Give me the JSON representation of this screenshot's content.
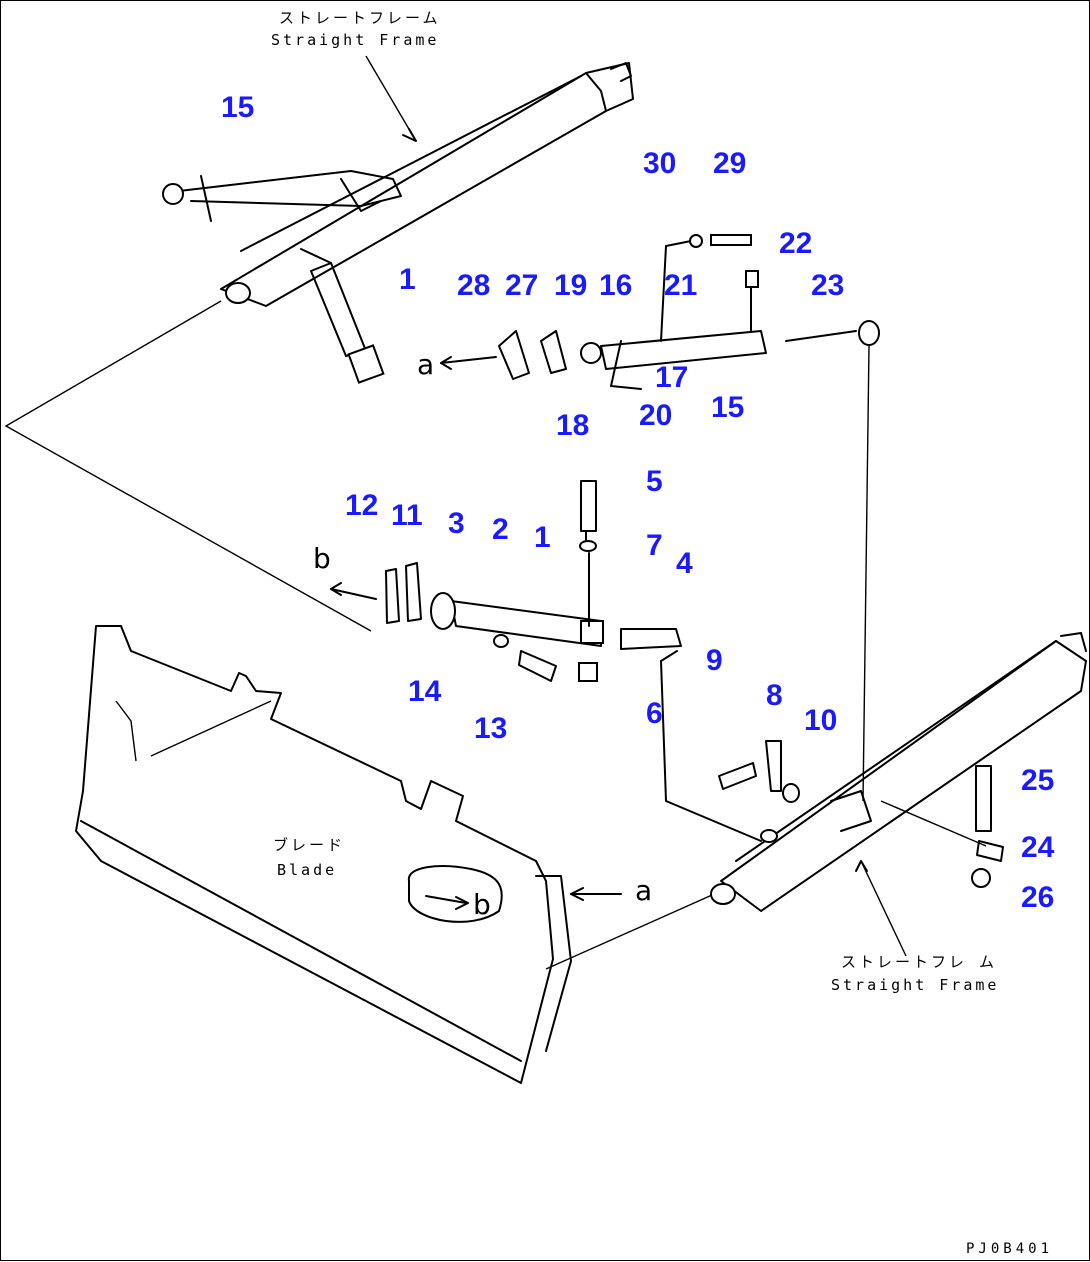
{
  "title": "",
  "labels": {
    "frame_top_jp": "ストレートフレーム",
    "frame_top_en": "Straight Frame",
    "frame_bottom_jp": "ストレートフレ ム",
    "frame_bottom_en": "Straight Frame",
    "blade_jp": "ブレード",
    "blade_en": "Blade",
    "view_a_upper": "a",
    "view_a_lower": "a",
    "view_b_upper": "b",
    "view_b_lower": "b",
    "drawing_code": "PJ0B401"
  },
  "callouts": {
    "c15_top": "15",
    "c1_top": "1",
    "c30": "30",
    "c29": "29",
    "c22": "22",
    "c28": "28",
    "c27": "27",
    "c19": "19",
    "c16": "16",
    "c21": "21",
    "c23": "23",
    "c17": "17",
    "c15_mid": "15",
    "c18": "18",
    "c20": "20",
    "c5": "5",
    "c12": "12",
    "c11": "11",
    "c3": "3",
    "c2": "2",
    "c1_mid": "1",
    "c7": "7",
    "c4": "4",
    "c9": "9",
    "c8": "8",
    "c10": "10",
    "c14": "14",
    "c6": "6",
    "c13": "13",
    "c25": "25",
    "c24": "24",
    "c26": "26"
  },
  "colors": {
    "callout": "#1a1aff",
    "line": "#000000",
    "background": "#ffffff"
  }
}
